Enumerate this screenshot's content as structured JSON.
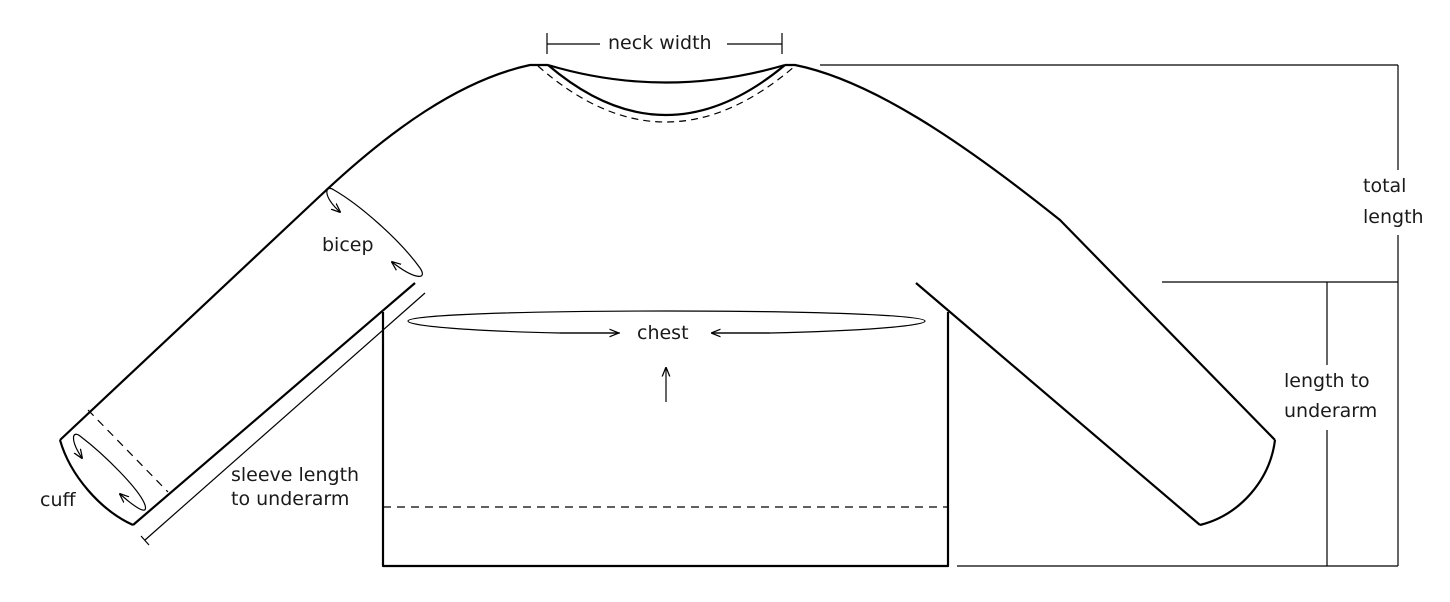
{
  "labels": {
    "neck_width": "neck width",
    "total_length_1": "total",
    "total_length_2": "length",
    "length_to_underarm_1": "length to",
    "length_to_underarm_2": "underarm",
    "bicep": "bicep",
    "chest": "chest",
    "cuff": "cuff",
    "sleeve_length_1": "sleeve length",
    "sleeve_length_2": "to underarm"
  },
  "colors": {
    "stroke": "#000000",
    "background": "#ffffff"
  }
}
